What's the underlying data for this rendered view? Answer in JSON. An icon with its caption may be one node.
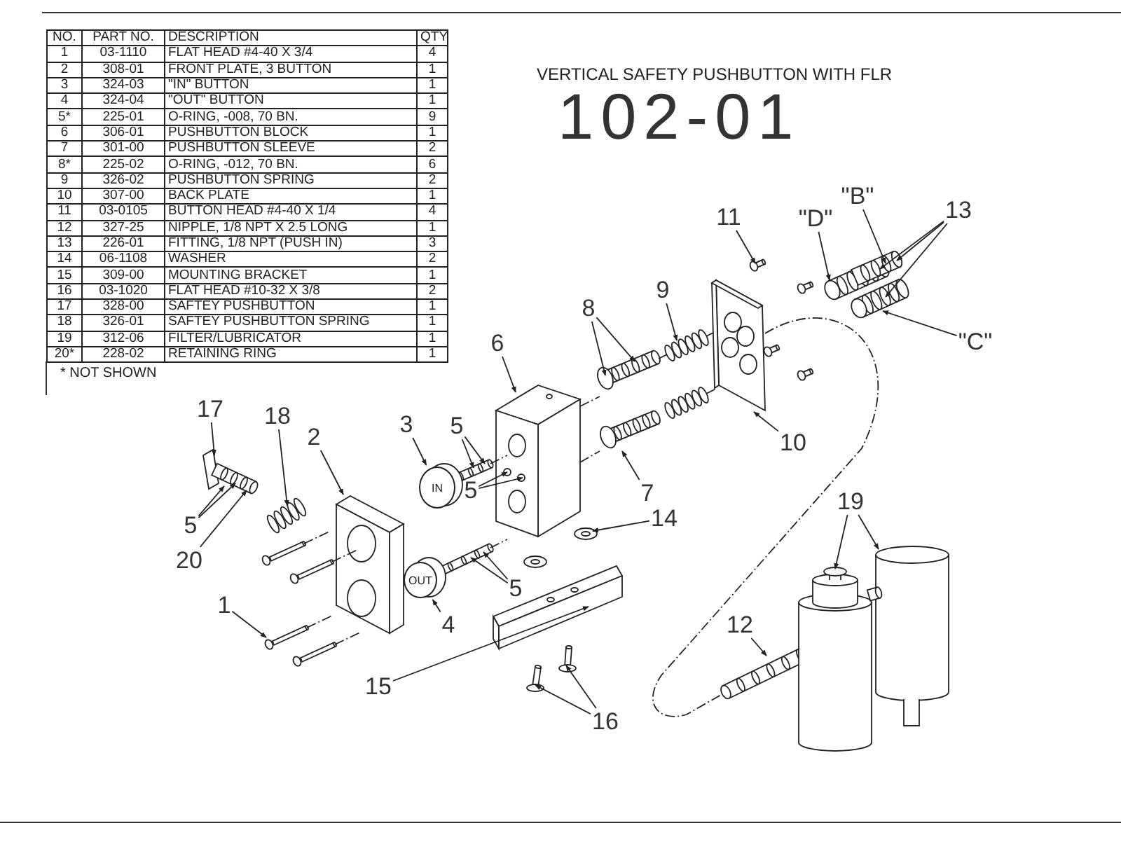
{
  "diagram": {
    "title": "VERTICAL SAFETY PUSHBUTTON WITH FLR",
    "nodes": [
      {
        "text": [
          "11"
        ]
      },
      {
        "text": [
          "\"D\""
        ]
      },
      {
        "text": [
          "\"B\""
        ]
      },
      {
        "text": [
          "13"
        ]
      },
      {
        "text": [
          "\"C\""
        ]
      },
      {
        "text": [
          "8"
        ]
      },
      {
        "text": [
          "9"
        ]
      },
      {
        "text": [
          "6"
        ]
      },
      {
        "text": [
          "17"
        ]
      },
      {
        "text": [
          "18"
        ]
      },
      {
        "text": [
          "3"
        ]
      },
      {
        "text": [
          "5"
        ]
      },
      {
        "text": [
          "2"
        ]
      },
      {
        "text": [
          "10"
        ]
      },
      {
        "text": [
          "7"
        ]
      },
      {
        "text": [
          "5"
        ]
      },
      {
        "text": [
          "19"
        ]
      },
      {
        "text": [
          "14"
        ]
      },
      {
        "text": [
          "5"
        ]
      },
      {
        "text": [
          "5"
        ]
      },
      {
        "text": [
          "20"
        ]
      },
      {
        "text": [
          "1"
        ]
      },
      {
        "text": [
          "4"
        ]
      },
      {
        "text": [
          "12"
        ]
      },
      {
        "text": [
          "15"
        ]
      },
      {
        "text": [
          "16"
        ]
      },
      {
        "text": [
          "IN"
        ]
      },
      {
        "text": [
          "OUT"
        ]
      }
    ],
    "edges": [
      {
        "from": 0,
        "to": null,
        "arrow": "to"
      },
      {
        "from": 1,
        "to": null,
        "arrow": "to"
      },
      {
        "from": 2,
        "to": null,
        "arrow": "to"
      },
      {
        "from": 3,
        "to": null,
        "arrow": "to"
      },
      {
        "from": 3,
        "to": null,
        "arrow": "to"
      },
      {
        "from": 3,
        "to": null,
        "arrow": "to"
      },
      {
        "from": 4,
        "to": null,
        "arrow": "to"
      },
      {
        "from": 5,
        "to": null,
        "arrow": "to"
      },
      {
        "from": 5,
        "to": null,
        "arrow": "to"
      },
      {
        "from": 6,
        "to": null,
        "arrow": "to"
      },
      {
        "from": 7,
        "to": null,
        "arrow": "to"
      },
      {
        "from": 8,
        "to": null,
        "arrow": "to"
      },
      {
        "from": 9,
        "to": null,
        "arrow": "to"
      },
      {
        "from": 10,
        "to": 26,
        "arrow": "to"
      },
      {
        "from": 11,
        "to": null,
        "arrow": "to"
      },
      {
        "from": 11,
        "to": null,
        "arrow": "to"
      },
      {
        "from": 12,
        "to": null,
        "arrow": "to"
      },
      {
        "from": 13,
        "to": null,
        "arrow": "to"
      },
      {
        "from": 14,
        "to": null,
        "arrow": "to"
      },
      {
        "from": 15,
        "to": null,
        "arrow": "to"
      },
      {
        "from": 15,
        "to": null,
        "arrow": "to"
      },
      {
        "from": 16,
        "to": null,
        "arrow": "to"
      },
      {
        "from": 16,
        "to": null,
        "arrow": "to"
      },
      {
        "from": 17,
        "to": null,
        "arrow": "to"
      },
      {
        "from": 18,
        "to": null,
        "arrow": "to"
      },
      {
        "from": 18,
        "to": null,
        "arrow": "to"
      },
      {
        "from": 19,
        "to": null,
        "arrow": "to"
      },
      {
        "from": 19,
        "to": null,
        "arrow": "to"
      },
      {
        "from": 20,
        "to": null,
        "arrow": "to"
      },
      {
        "from": 21,
        "to": null,
        "arrow": "to"
      },
      {
        "from": 22,
        "to": 27,
        "arrow": "to"
      },
      {
        "from": 23,
        "to": null,
        "arrow": "to"
      },
      {
        "from": 24,
        "to": null,
        "arrow": "to"
      },
      {
        "from": 25,
        "to": null,
        "arrow": "to"
      },
      {
        "from": 25,
        "to": null,
        "arrow": "to"
      }
    ],
    "labels": [
      "NO.",
      "PART NO.",
      "DESCRIPTION",
      "QTY",
      "1",
      "03-1110",
      "FLAT HEAD #4-40 X 3/4",
      "4",
      "2",
      "308-01",
      "FRONT PLATE, 3 BUTTON",
      "1",
      "3",
      "324-03",
      "\"IN\" BUTTON",
      "1",
      "4",
      "324-04",
      "\"OUT\" BUTTON",
      "1",
      "5*",
      "225-01",
      "O-RING, -008, 70 BN.",
      "9",
      "6",
      "306-01",
      "PUSHBUTTON BLOCK",
      "1",
      "7",
      "301-00",
      "PUSHBUTTON SLEEVE",
      "2",
      "8*",
      "225-02",
      "O-RING, -012, 70 BN.",
      "6",
      "9",
      "326-02",
      "PUSHBUTTON SPRING",
      "2",
      "10",
      "307-00",
      "BACK PLATE",
      "1",
      "11",
      "03-0105",
      "BUTTON HEAD #4-40 X 1/4",
      "4",
      "12",
      "327-25",
      "NIPPLE, 1/8 NPT X 2.5 LONG",
      "1",
      "13",
      "226-01",
      "FITTING, 1/8 NPT (PUSH IN)",
      "3",
      "14",
      "06-1108",
      "WASHER",
      "2",
      "15",
      "309-00",
      "MOUNTING BRACKET",
      "1",
      "16",
      "03-1020",
      "FLAT HEAD #10-32 X 3/8",
      "2",
      "17",
      "328-00",
      "SAFTEY PUSHBUTTON",
      "1",
      "18",
      "326-01",
      "SAFTEY PUSHBUTTON SPRING",
      "1",
      "19",
      "312-06",
      "FILTER/LUBRICATOR",
      "1",
      "20*",
      "228-02",
      "RETAINING RING",
      "1",
      "* NOT SHOWN",
      "102-01"
    ]
  }
}
